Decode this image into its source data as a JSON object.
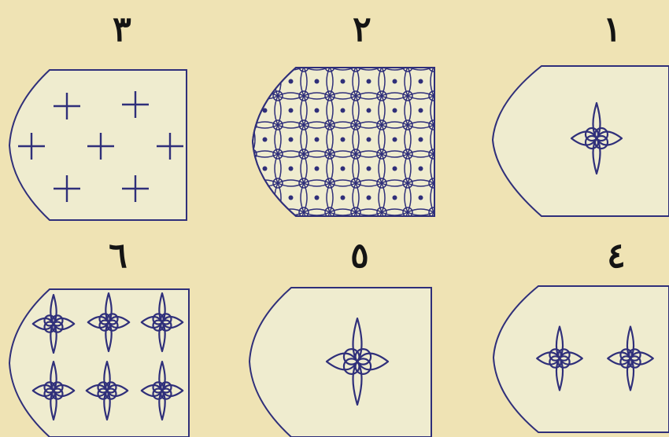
{
  "figure": {
    "background_color": "#efe3b4",
    "panel_fill": "#efeccf",
    "stroke_color": "#2f2f7a",
    "numeral_color": "#141414"
  },
  "panels": [
    {
      "id": 1,
      "numeral": "١",
      "pattern": "single-star",
      "stars": 1,
      "orientation": "point-left"
    },
    {
      "id": 2,
      "numeral": "٢",
      "pattern": "interlaced-lattice-with-dots",
      "orientation": "point-left"
    },
    {
      "id": 3,
      "numeral": "٣",
      "pattern": "crosses",
      "crosses": 7,
      "orientation": "point-left"
    },
    {
      "id": 4,
      "numeral": "٤",
      "pattern": "two-stars",
      "stars": 2,
      "orientation": "point-left"
    },
    {
      "id": 5,
      "numeral": "٥",
      "pattern": "single-large-star",
      "stars": 1,
      "orientation": "point-left"
    },
    {
      "id": 6,
      "numeral": "٦",
      "pattern": "six-stars",
      "stars": 6,
      "orientation": "point-left"
    }
  ]
}
